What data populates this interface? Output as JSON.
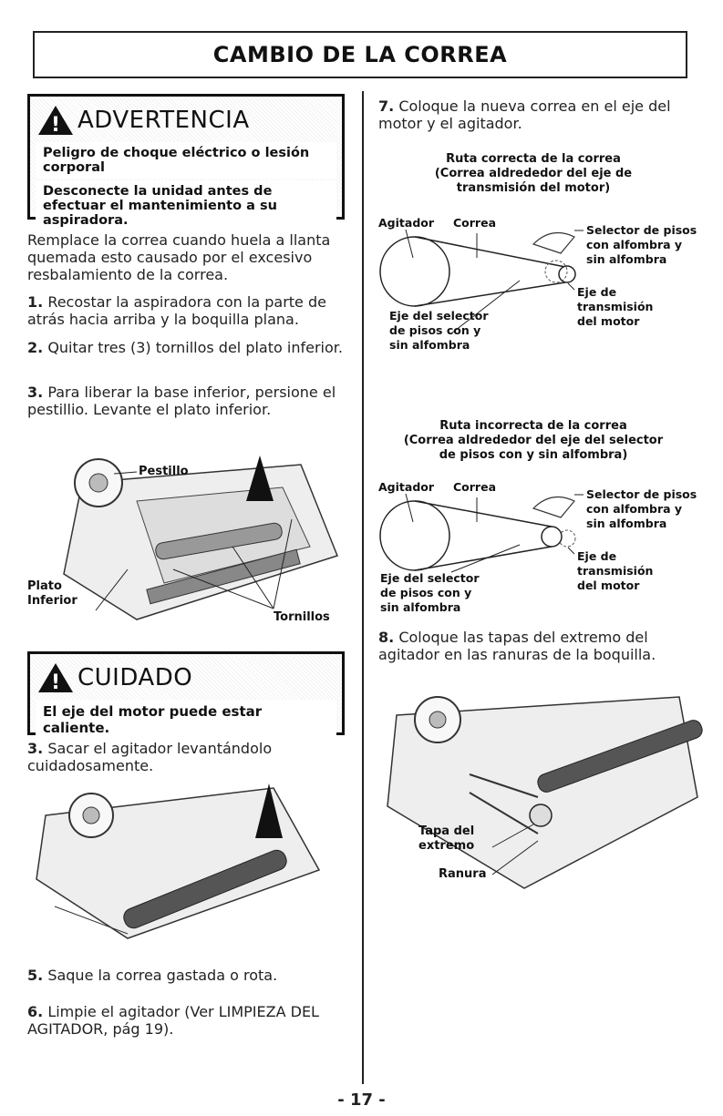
{
  "header": {
    "title": "CAMBIO DE LA CORREA"
  },
  "warning": {
    "title": "ADVERTENCIA",
    "line1": "Peligro de choque eléctrico o lesión corporal",
    "line2": "Desconecte la unidad antes de efectuar el mantenimiento a su aspiradora."
  },
  "caution": {
    "title": "CUIDADO",
    "line1": "El eje del motor puede estar caliente."
  },
  "left": {
    "intro": "Remplace la correa cuando huela a llanta quemada esto causado por el excesivo resbalamiento de la correa.",
    "step1_num": "1.",
    "step1": "Recostar la aspiradora con la parte de atrás hacia arriba y la boquilla plana.",
    "step2_num": "2.",
    "step2": "Quitar tres (3) tornillos del plato inferior.",
    "step3_num": "3.",
    "step3": "Para liberar la base inferior, persione el pestillio. Levante el plato inferior.",
    "fig1": {
      "pestillo": "Pestillo",
      "plato": "Plato",
      "inferior": "Inferior",
      "tornillos": "Tornillos"
    },
    "step4_num": "3.",
    "step4": "Sacar el agitador levantándolo cuidadosamente.",
    "step5_num": "5.",
    "step5": "Saque la correa gastada o rota.",
    "step6_num": "6.",
    "step6": "Limpie el agitador (Ver LIMPIEZA DEL AGITADOR, pág 19)."
  },
  "right": {
    "step7_num": "7.",
    "step7": "Coloque la nueva correa en el eje del motor y el agitador.",
    "diag1": {
      "caption1": "Ruta correcta de la correa",
      "caption2": "(Correa aldrededor del eje de",
      "caption3": "transmisión del motor)"
    },
    "diag2": {
      "caption1": "Ruta incorrecta de la correa",
      "caption2": "(Correa aldrededor del eje del selector",
      "caption3": "de pisos con y sin alfombra)"
    },
    "labels": {
      "agitador": "Agitador",
      "correa": "Correa",
      "selector1": "Selector de pisos",
      "selector2": "con alfombra y",
      "selector3": "sin alfombra",
      "eje1": "Eje de",
      "eje2": "transmisión",
      "eje3": "del motor",
      "ejesel1": "Eje del selector",
      "ejesel2": "de pisos con y",
      "ejesel3": "sin alfombra"
    },
    "step8_num": "8.",
    "step8": "Coloque las tapas del extremo del agitador en las ranuras de la boquilla.",
    "fig3": {
      "tapa1": "Tapa del",
      "tapa2": "extremo",
      "ranura": "Ranura"
    }
  },
  "footer": {
    "page": "- 17 -"
  }
}
